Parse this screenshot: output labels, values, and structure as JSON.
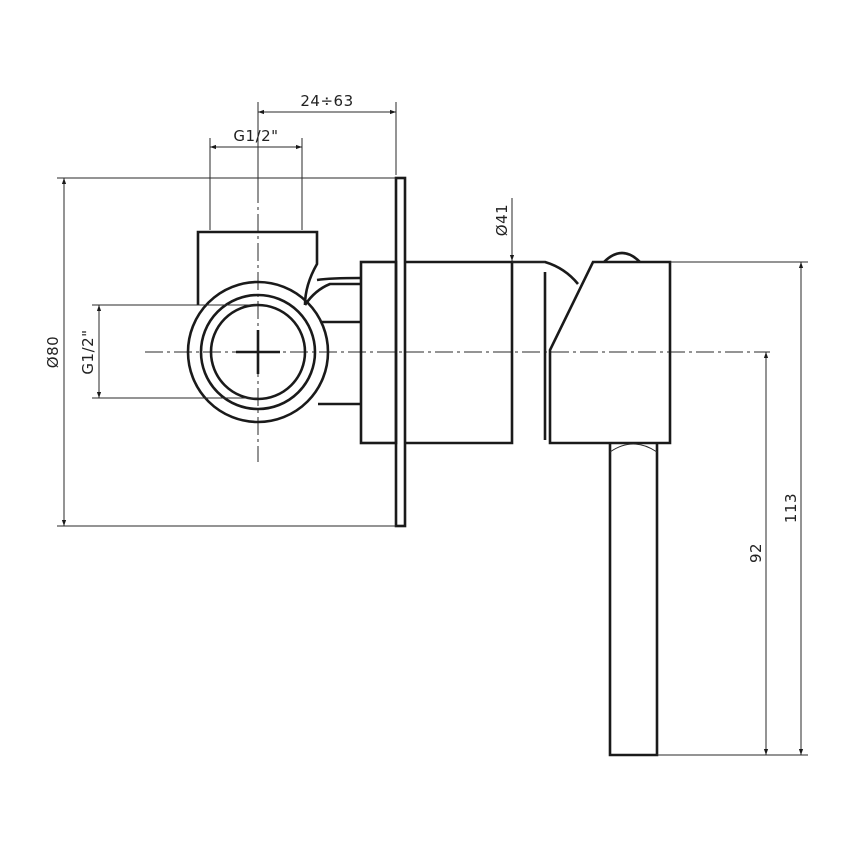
{
  "dimensions": {
    "top_range": "24÷63",
    "top_thread": "G1/2\"",
    "outlet_diameter": "Ø41",
    "plate_diameter": "Ø80",
    "side_thread": "G1/2\"",
    "lever_height": "92",
    "total_height": "113"
  }
}
